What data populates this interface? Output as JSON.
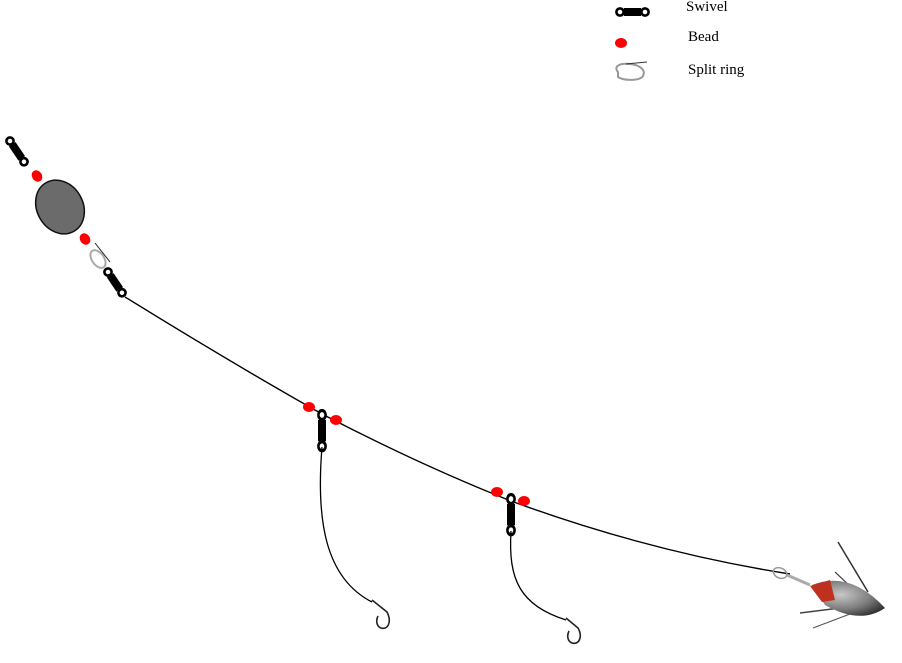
{
  "legend": {
    "items": [
      {
        "icon": "swivel-icon",
        "label": "Swivel"
      },
      {
        "icon": "bead-icon",
        "label": "Bead"
      },
      {
        "icon": "split-ring-icon",
        "label": "Split ring"
      }
    ]
  },
  "colors": {
    "bead": "#ff0000",
    "swivel": "#000000",
    "float": "#6b6b6b",
    "line": "#000000",
    "sinker_tip": "#c0301e",
    "sinker_body": "#8a8a8a"
  }
}
